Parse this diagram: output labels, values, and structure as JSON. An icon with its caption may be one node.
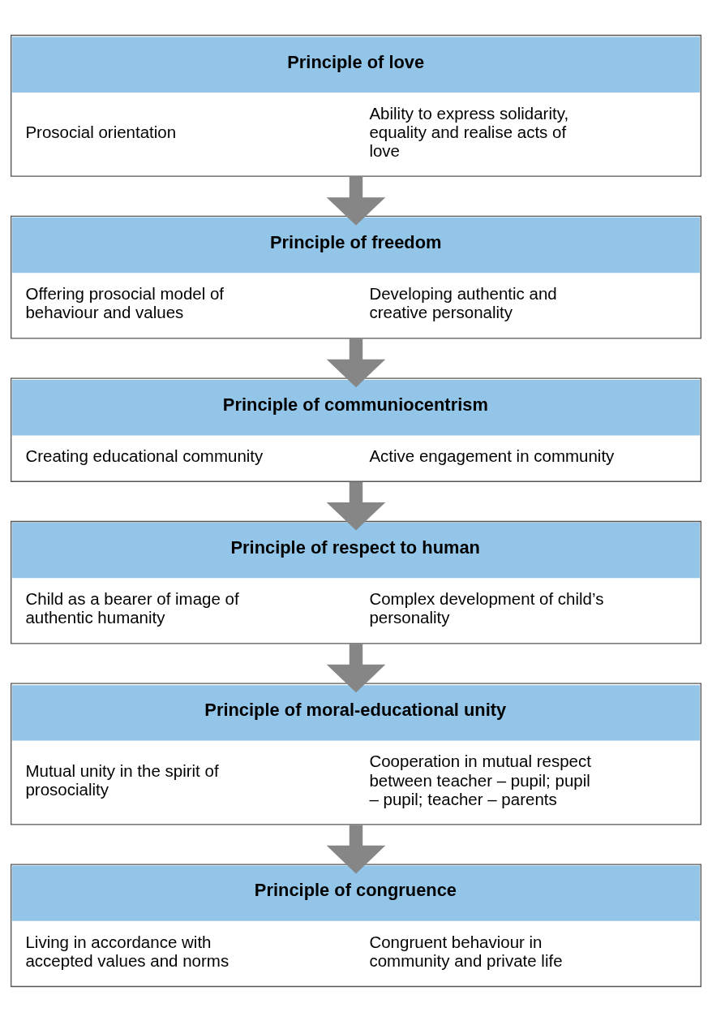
{
  "diagram": {
    "nodes": [
      {
        "text": [
          "Principle of love",
          "Prosocial orientation",
          "Ability to express solidarity, equality and realise acts of love"
        ]
      },
      {
        "text": [
          "Principle of freedom",
          "Offering prosocial model of behaviour and values",
          "Developing authentic and creative personality"
        ]
      },
      {
        "text": [
          "Principle of communiocentrism",
          "Creating educational community",
          "Active engagement in community"
        ]
      },
      {
        "text": [
          "Principle of respect to human",
          "Child as a bearer of image of authentic humanity",
          "Complex development of child’s personality"
        ]
      },
      {
        "text": [
          "Principle of moral-educational unity",
          "Mutual unity in the spirit of prosociality",
          "Cooperation in mutual respect between teacher – pupil; pupil – pupil; teacher – parents"
        ]
      },
      {
        "text": [
          "Principle of congruence",
          "Living in accordance with accepted values and norms",
          "Congruent behaviour in community and private life"
        ]
      }
    ],
    "edges": [
      {
        "from": 0,
        "to": 1,
        "arrow": "to"
      },
      {
        "from": 1,
        "to": 2,
        "arrow": "to"
      },
      {
        "from": 2,
        "to": 3,
        "arrow": "to"
      },
      {
        "from": 3,
        "to": 4,
        "arrow": "to"
      },
      {
        "from": 4,
        "to": 5,
        "arrow": "to"
      }
    ]
  }
}
